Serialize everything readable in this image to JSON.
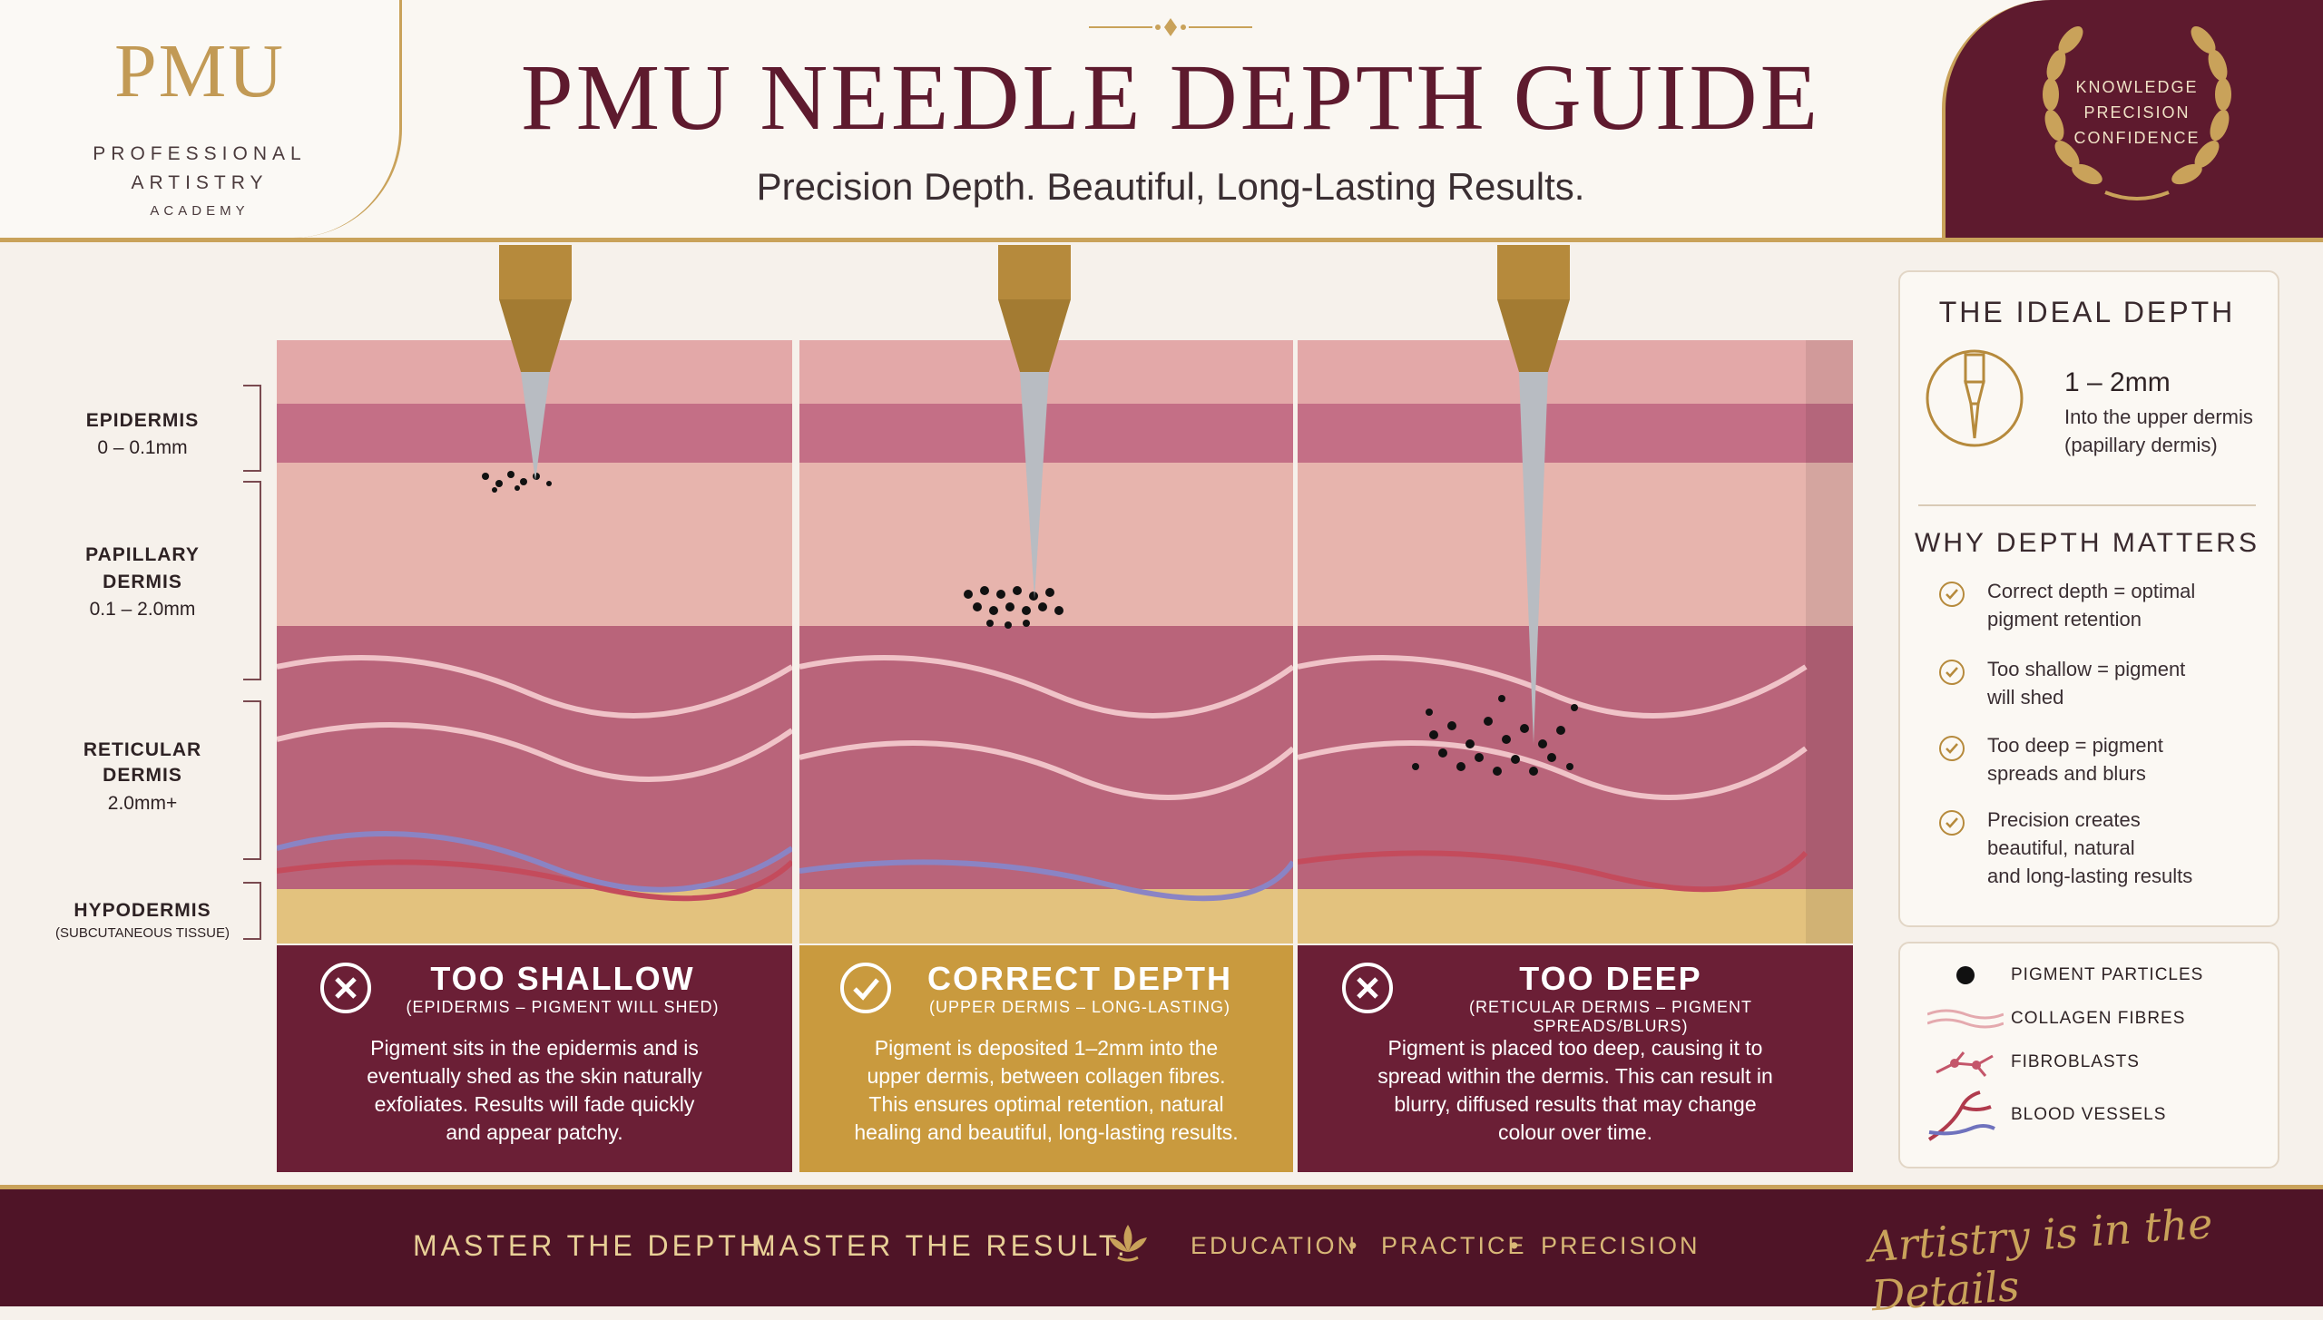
{
  "brand": {
    "logo": "PMU",
    "line1": "PROFESSIONAL",
    "line2": "ARTISTRY",
    "line3": "ACADEMY"
  },
  "header": {
    "title": "PMU NEEDLE DEPTH GUIDE",
    "subtitle": "Precision Depth. Beautiful, Long-Lasting Results."
  },
  "badge": {
    "line1": "KNOWLEDGE",
    "line2": "PRECISION",
    "line3": "CONFIDENCE"
  },
  "layers": [
    {
      "name1": "EPIDERMIS",
      "name2": "",
      "range": "0 – 0.1mm"
    },
    {
      "name1": "PAPILLARY",
      "name2": "DERMIS",
      "range": "0.1 – 2.0mm"
    },
    {
      "name1": "RETICULAR",
      "name2": "DERMIS",
      "range": "2.0mm+"
    },
    {
      "name1": "HYPODERMIS",
      "name2": "",
      "range": "(SUBCUTANEOUS TISSUE)"
    }
  ],
  "cards": [
    {
      "title": "TOO SHALLOW",
      "subtitle": "(EPIDERMIS – PIGMENT WILL SHED)",
      "body": [
        "Pigment sits in the epidermis and is",
        "eventually shed as the skin naturally",
        "exfoliates. Results will fade quickly",
        "and appear patchy."
      ]
    },
    {
      "title": "CORRECT DEPTH",
      "subtitle": "(UPPER DERMIS – LONG-LASTING)",
      "body": [
        "Pigment is deposited 1–2mm into the",
        "upper dermis, between collagen fibres.",
        "This ensures optimal retention, natural",
        "healing and beautiful, long-lasting results."
      ]
    },
    {
      "title": "TOO DEEP",
      "subtitle": "(RETICULAR DERMIS – PIGMENT SPREADS/BLURS)",
      "body": [
        "Pigment is placed too deep, causing it to",
        "spread within the dermis. This can result in",
        "blurry, diffused results that may change",
        "colour over time."
      ]
    }
  ],
  "ideal": {
    "title": "THE IDEAL DEPTH",
    "value": "1 – 2mm",
    "desc1": "Into the upper dermis",
    "desc2": "(papillary dermis)"
  },
  "why": {
    "title": "WHY DEPTH MATTERS",
    "items": [
      [
        "Correct depth = optimal",
        "pigment retention"
      ],
      [
        "Too shallow = pigment",
        "will shed"
      ],
      [
        "Too deep = pigment",
        "spreads and blurs"
      ],
      [
        "Precision creates",
        "beautiful, natural",
        "and long-lasting results"
      ]
    ]
  },
  "legend": [
    "PIGMENT PARTICLES",
    "COLLAGEN FIBRES",
    "FIBROBLASTS",
    "BLOOD VESSELS"
  ],
  "footer": {
    "tag1": "MASTER THE DEPTH.",
    "tag2": "MASTER THE RESULT.",
    "edu": "EDUCATION",
    "practice": "PRACTICE",
    "precision": "PRECISION",
    "sep": "•",
    "script": "Artistry is in the Details"
  },
  "colors": {
    "burgundy": "#6b1f36",
    "gold": "#c99a3e",
    "cream": "#f6f1eb"
  }
}
